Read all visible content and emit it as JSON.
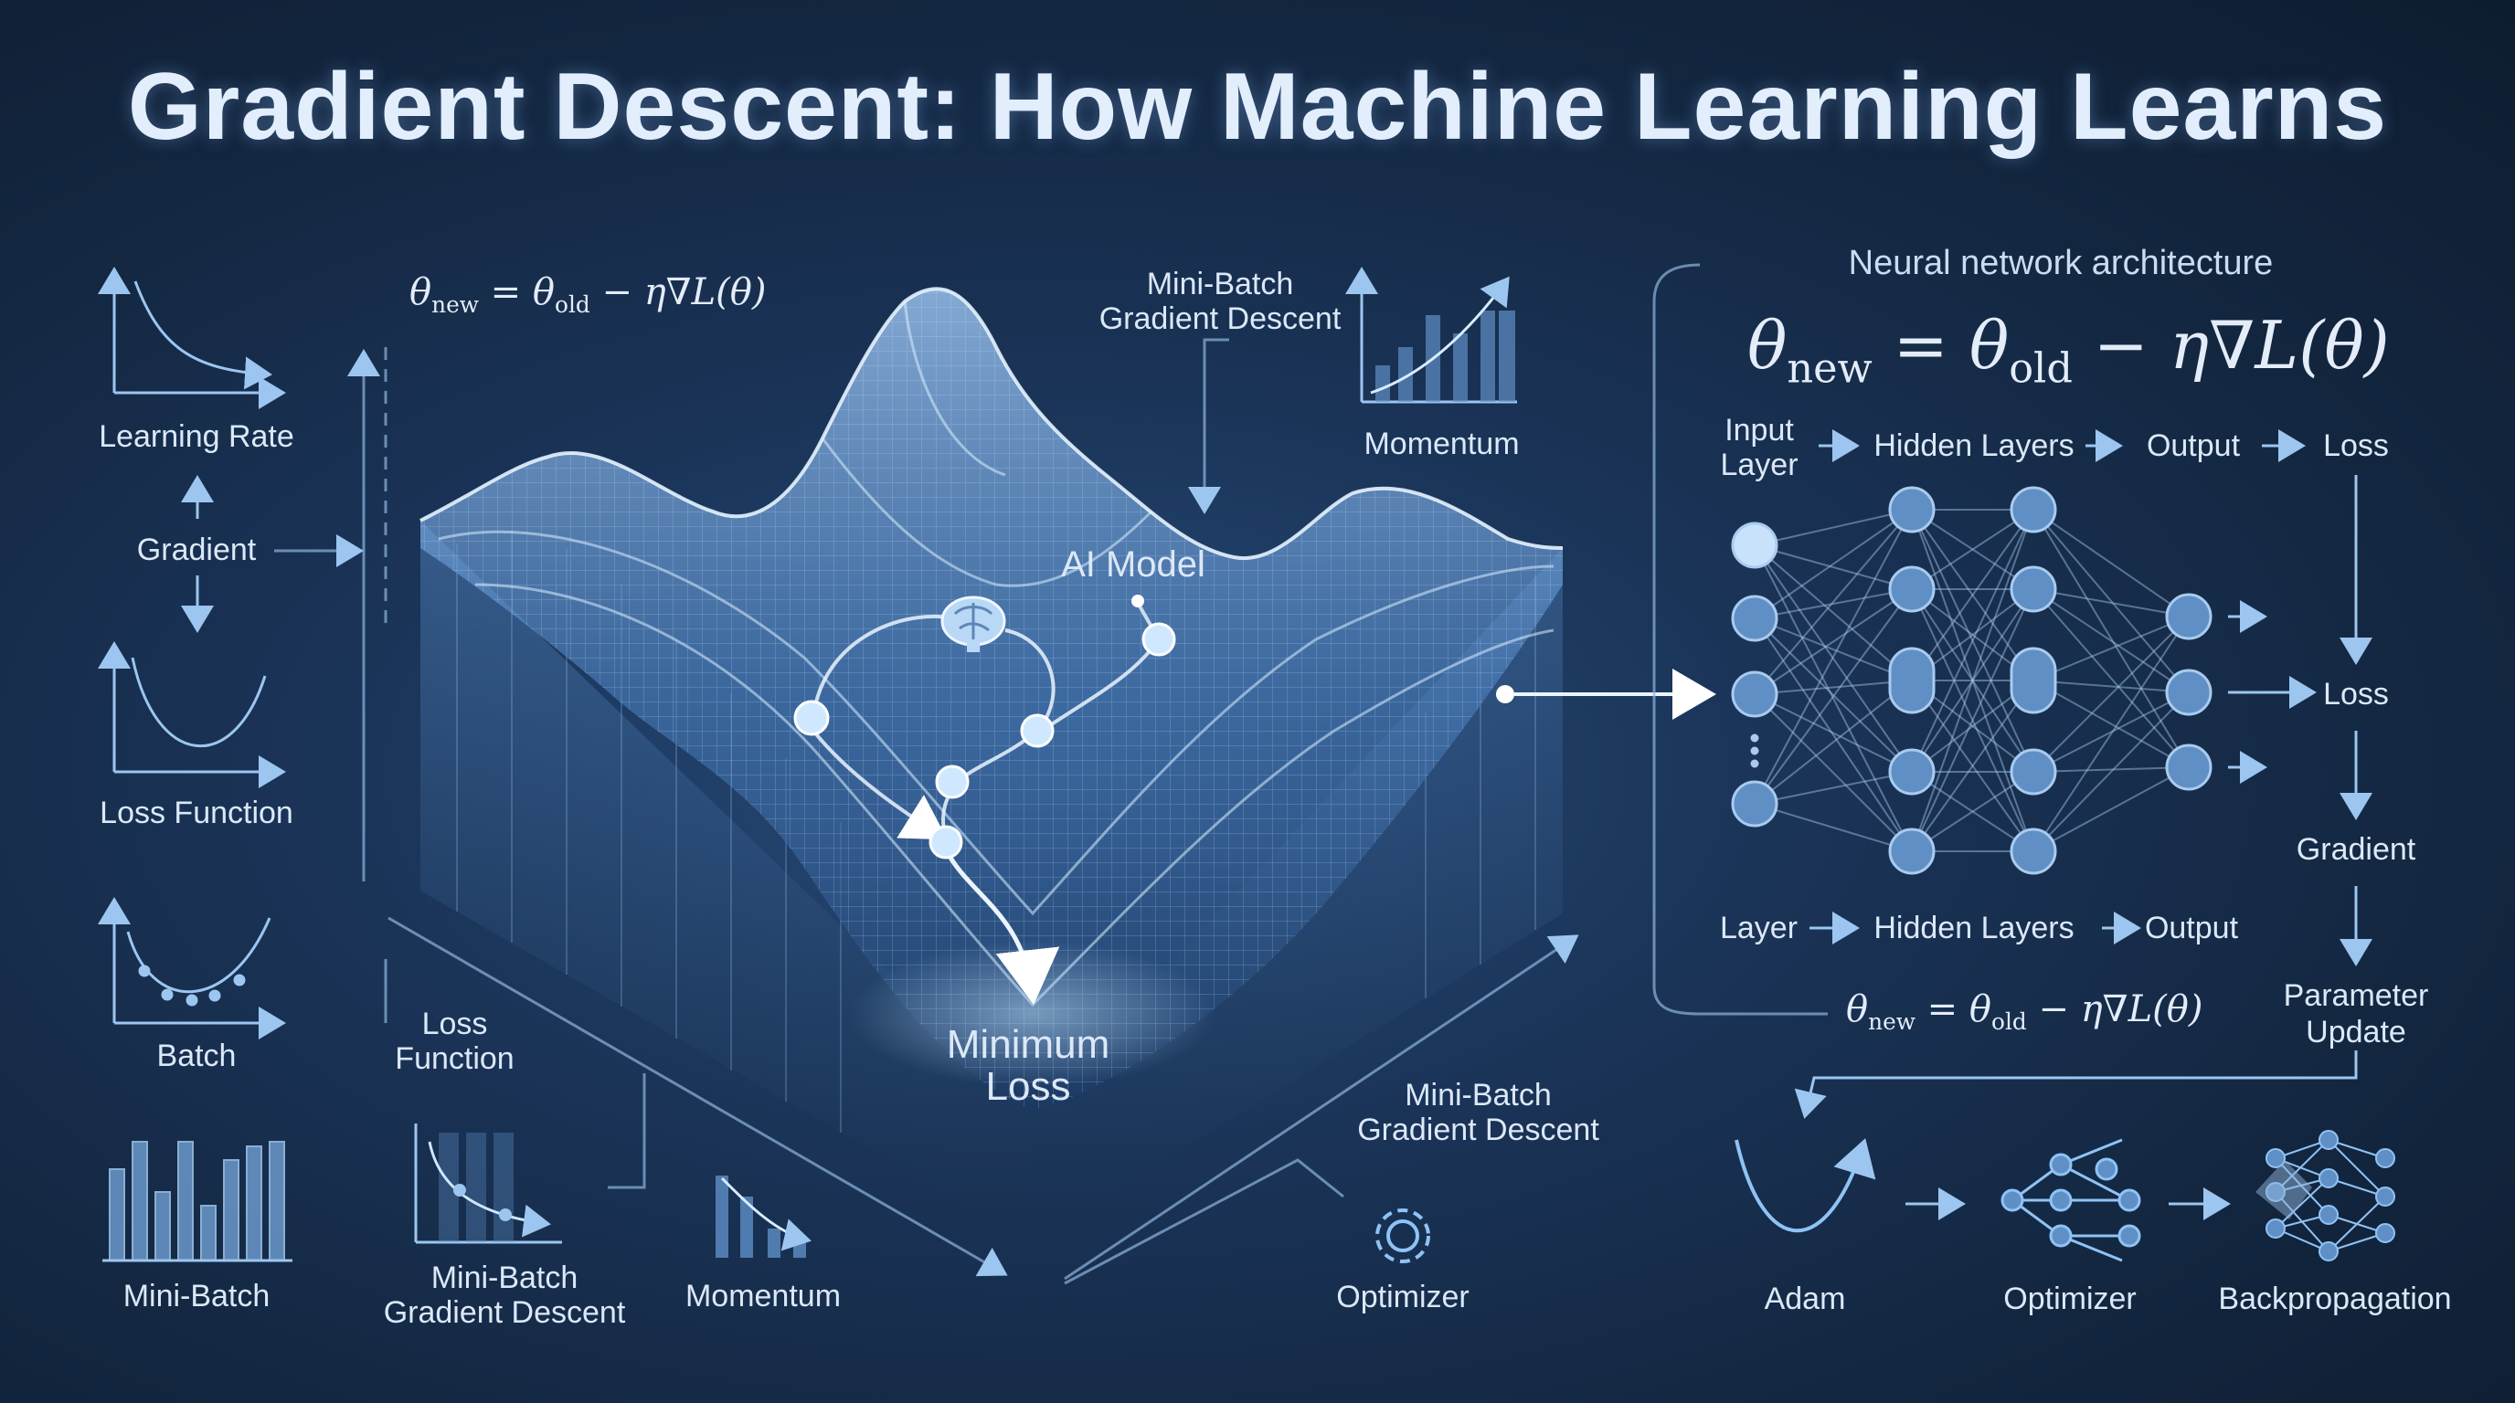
{
  "title": "Gradient Descent: How Machine Learning Learns",
  "formula": {
    "theta": "θ",
    "new": "new",
    "eq": " = ",
    "old": "old",
    "rest": " − η∇L(θ)"
  },
  "left_panel": {
    "learning_rate": "Learning Rate",
    "gradient": "Gradient",
    "loss_function": "Loss Function",
    "batch": "Batch",
    "mini_batch": "Mini-Batch"
  },
  "center": {
    "mini_batch_gd_top_1": "Mini-Batch",
    "mini_batch_gd_top_2": "Gradient Descent",
    "momentum_top": "Momentum",
    "ai_model": "AI Model",
    "minimum_loss_1": "Minimum",
    "minimum_loss_2": "Loss",
    "loss_function_1": "Loss",
    "loss_function_2": "Function",
    "mini_batch_gd_bottom_1": "Mini-Batch",
    "mini_batch_gd_bottom_2": "Gradient Descent",
    "momentum_bottom": "Momentum",
    "mini_batch_gd_right_1": "Mini-Batch",
    "mini_batch_gd_right_2": "Gradient Descent",
    "optimizer": "Optimizer"
  },
  "right_panel": {
    "heading": "Neural network architecture",
    "input_layer_1": "Input",
    "input_layer_2": "Layer",
    "hidden_layers": "Hidden Layers",
    "output": "Output",
    "loss": "Loss",
    "loss_mid": "Loss",
    "gradient": "Gradient",
    "layer": "Layer",
    "hidden_layers_2": "Hidden Layers",
    "output_2": "Output",
    "parameter_update_1": "Parameter",
    "parameter_update_2": "Update",
    "adam": "Adam",
    "optimizer": "Optimizer",
    "backpropagation": "Backpropagation"
  },
  "colors": {
    "background": "#13263f",
    "accent": "#8fc3f5",
    "line": "#7fa9d6",
    "node": "#3f6ea3"
  }
}
